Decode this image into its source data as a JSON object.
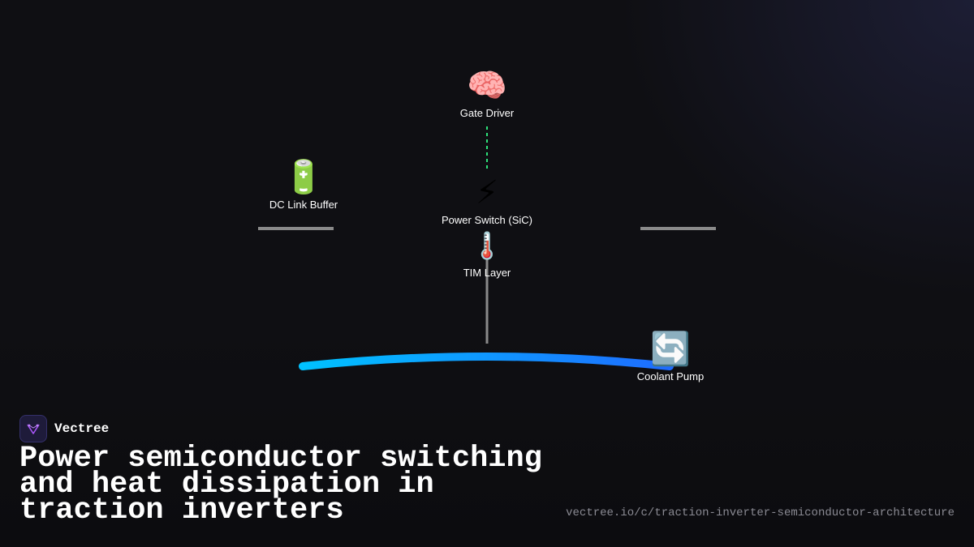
{
  "nodes": {
    "gate_driver": {
      "icon": "🧠",
      "icon_name": "brain-icon",
      "label": "Gate Driver"
    },
    "dc_link_buffer": {
      "icon": "🔋",
      "icon_name": "battery-icon",
      "label": "DC Link Buffer"
    },
    "power_switch": {
      "icon": "⚡",
      "icon_name": "lightning-icon",
      "label": "Power Switch (SiC)"
    },
    "tim_layer": {
      "icon": "🌡️",
      "icon_name": "thermometer-icon",
      "label": "TIM Layer"
    },
    "coolant_pump": {
      "icon": "🔄",
      "icon_name": "cycle-arrows-icon",
      "label": "Coolant Pump"
    }
  },
  "colors": {
    "background": "#0f0f13",
    "dashed_link": "#2ee07a",
    "gray_link": "#8a8a8a",
    "coolant_flow_start": "#00c2ff",
    "coolant_flow_end": "#1e6cff",
    "text": "#ffffff",
    "url_text": "#8a8a93",
    "brand_accent": "#a855f7"
  },
  "brand": {
    "name": "Vectree"
  },
  "title": "Power semiconductor switching and heat dissipation in traction inverters",
  "url": "vectree.io/c/traction-inverter-semiconductor-architecture"
}
